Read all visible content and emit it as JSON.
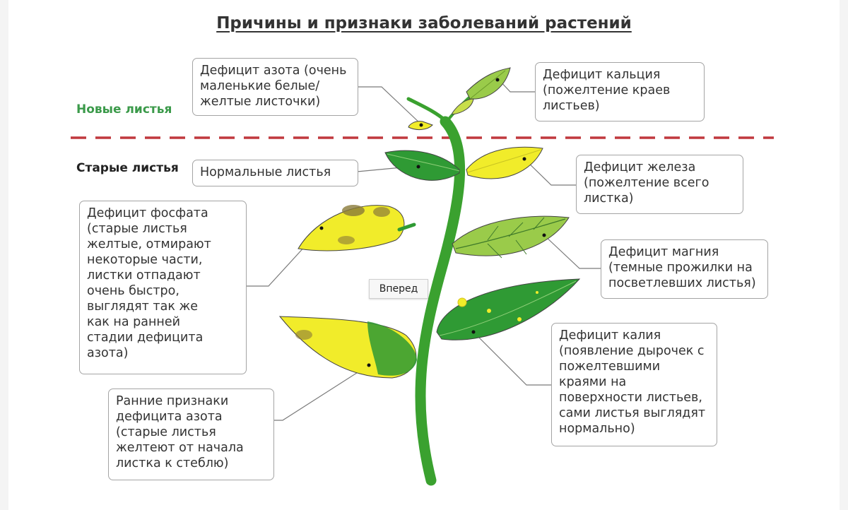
{
  "title": "Причины и признаки заболеваний растений",
  "zones": {
    "new": "Новые листья",
    "old": "Старые листья"
  },
  "boxes": {
    "nitrogen_new": [
      "Дефицит азота (очень",
      "маленькие белые/",
      "желтые листочки)"
    ],
    "calcium": [
      "Дефицит кальция",
      "(пожелтение краев",
      "листьев)"
    ],
    "normal": [
      "Нормальные листья"
    ],
    "iron": [
      "Дефицит железа",
      "(пожелтение всего",
      "листка)"
    ],
    "phosphate": [
      "Дефицит фосфата",
      "(старые листья",
      "желтые, отмирают",
      "некоторые части,",
      "листки отпадают",
      "очень быстро,",
      "выглядят так же",
      "как на ранней",
      "стадии дефицита",
      "азота)"
    ],
    "magnesium": [
      "Дефицит магния",
      "(темные прожилки на",
      "посветлевших листья)"
    ],
    "potassium": [
      "Дефицит калия",
      "(появление дырочек с",
      "пожелтевшими",
      "краями на",
      "поверхности листьев,",
      "сами листья выглядят",
      "нормально)"
    ],
    "nitrogen_early": [
      "Ранние признаки",
      "дефицита азота",
      "(старые листья",
      "желтеют от начала",
      "листка к стеблю)"
    ]
  },
  "tooltip": "Вперед",
  "colors": {
    "stem": "#3aa12f",
    "leaf_green": "#2f9a34",
    "leaf_light": "#9acb4a",
    "leaf_yellow": "#f1ec2a",
    "divider": "#c0393e",
    "new_label": "#3b9a4a",
    "old_label": "#222222"
  }
}
